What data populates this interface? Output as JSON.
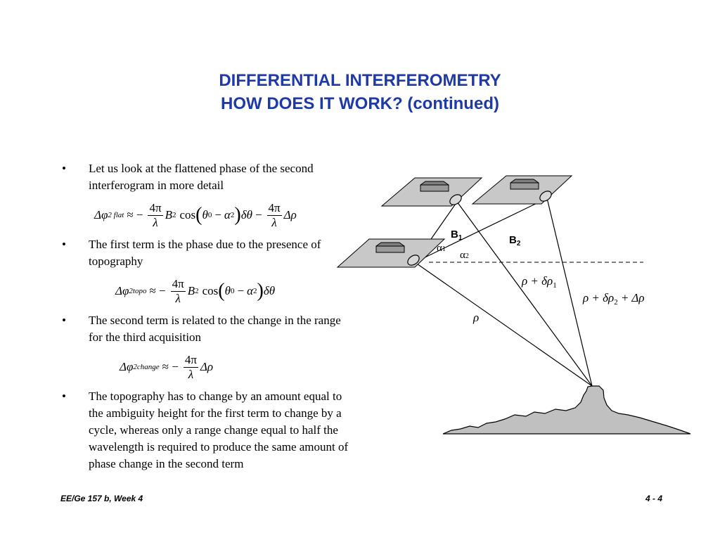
{
  "title": {
    "line1": "DIFFERENTIAL INTERFEROMETRY",
    "line2": "HOW DOES IT WORK? (continued)"
  },
  "bullets": [
    {
      "text": "Let us look at the flattened phase of the second interferogram in more detail"
    },
    {
      "text": "The first term is the phase due to the presence of topography"
    },
    {
      "text": "The second term is related to the change in the range for the third acquisition"
    },
    {
      "text": "The topography has to change by an amount equal to the ambiguity height for the first term to change by a cycle, whereas only a range change equal to half the wavelength is required to produce the same amount of phase change in the second term"
    }
  ],
  "bullet_symbol": "•",
  "equations": {
    "flat": {
      "lhs": "Δφ",
      "lhs_sub": "2 flat",
      "approx": "≈ −",
      "num": "4π",
      "den": "λ",
      "term1": "B",
      "term1_sub": "2",
      "cos": "cos",
      "theta": "θ",
      "theta_sub": "0",
      "minus": "−",
      "alpha": "α",
      "alpha_sub": "2",
      "dtheta": "δθ",
      "minus2": "−",
      "num2": "4π",
      "den2": "λ",
      "drho": "Δρ"
    },
    "topo": {
      "lhs": "Δφ",
      "lhs_sub": "2topo",
      "approx": "≈ −",
      "num": "4π",
      "den": "λ",
      "term1": "B",
      "term1_sub": "2",
      "cos": "cos",
      "theta": "θ",
      "theta_sub": "0",
      "minus": "−",
      "alpha": "α",
      "alpha_sub": "2",
      "dtheta": "δθ"
    },
    "change": {
      "lhs": "Δφ",
      "lhs_sub": "2change",
      "approx": "≈ −",
      "num": "4π",
      "den": "λ",
      "drho": "Δρ"
    }
  },
  "diagram": {
    "b1": "B",
    "b1_sub": "1",
    "b2": "B",
    "b2_sub": "2",
    "alpha1": "α",
    "alpha1_sub": "1",
    "alpha2": "α",
    "alpha2_sub": "2",
    "range1_a": "ρ + δρ",
    "range1_sub": "1",
    "range2_a": "ρ + δρ",
    "range2_sub": "2",
    "range2_b": " + Δρ",
    "rho": "ρ"
  },
  "footer": {
    "left": "EE/Ge 157 b, Week 4",
    "right": "4 - 4"
  }
}
